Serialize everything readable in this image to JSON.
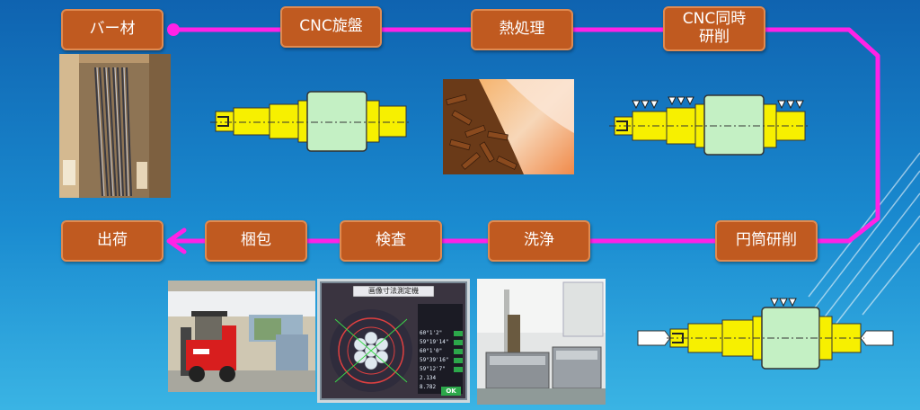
{
  "flow": {
    "steps_top": [
      "バー材",
      "CNC旋盤",
      "熱処理",
      "CNC同時\n研削"
    ],
    "steps_bottom": [
      "出荷",
      "梱包",
      "検査",
      "洗浄",
      "円筒研削"
    ]
  },
  "photos": {
    "bar_stock": "bar-stock-photo",
    "heat_treatment": "heat-treatment-photo",
    "forklift": "forklift-photo",
    "inspection_screen": "inspection-screen-photo",
    "washing_equipment": "washing-equipment-photo"
  },
  "inspection_screen": {
    "title": "画像寸法測定機",
    "rows": [
      "60°1'2\"",
      "59°19'14\"",
      "60°1'0\"",
      "59°39'16\"",
      "59°12'7\"",
      "2.134",
      "8.782"
    ],
    "status": "OK"
  },
  "colors": {
    "flow_line": "#ff22e6",
    "step_fill": "#c05a20",
    "part_yellow": "#f7f000",
    "part_green": "#c4f0c4"
  }
}
